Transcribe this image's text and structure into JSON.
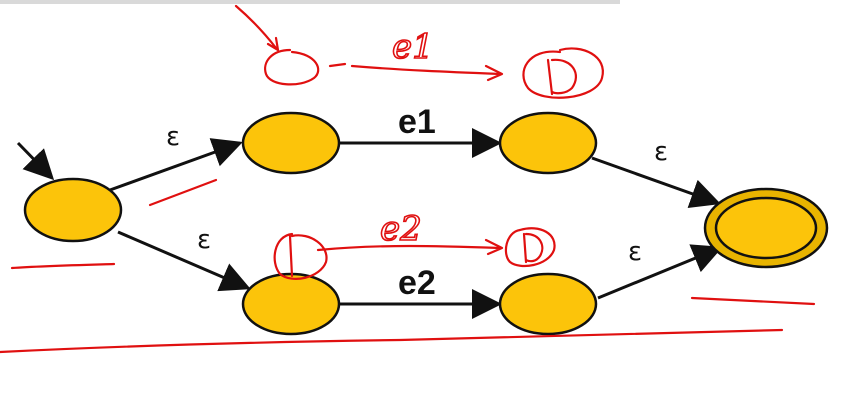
{
  "diagram": {
    "type": "nfa-state-diagram",
    "transitions": {
      "start_to_upper": "ε",
      "start_to_lower": "ε",
      "upper_middle": "e1",
      "lower_middle": "e2",
      "upper_to_final": "ε",
      "lower_to_final": "ε"
    },
    "annotations": {
      "upper_handwritten": "e1",
      "lower_handwritten": "e2"
    }
  },
  "colors": {
    "state_fill": "#fcc40a",
    "state_stroke": "#111111",
    "final_ring": "#e8b400",
    "ink": "#e01010",
    "top_bar": "#d8d8d8"
  }
}
